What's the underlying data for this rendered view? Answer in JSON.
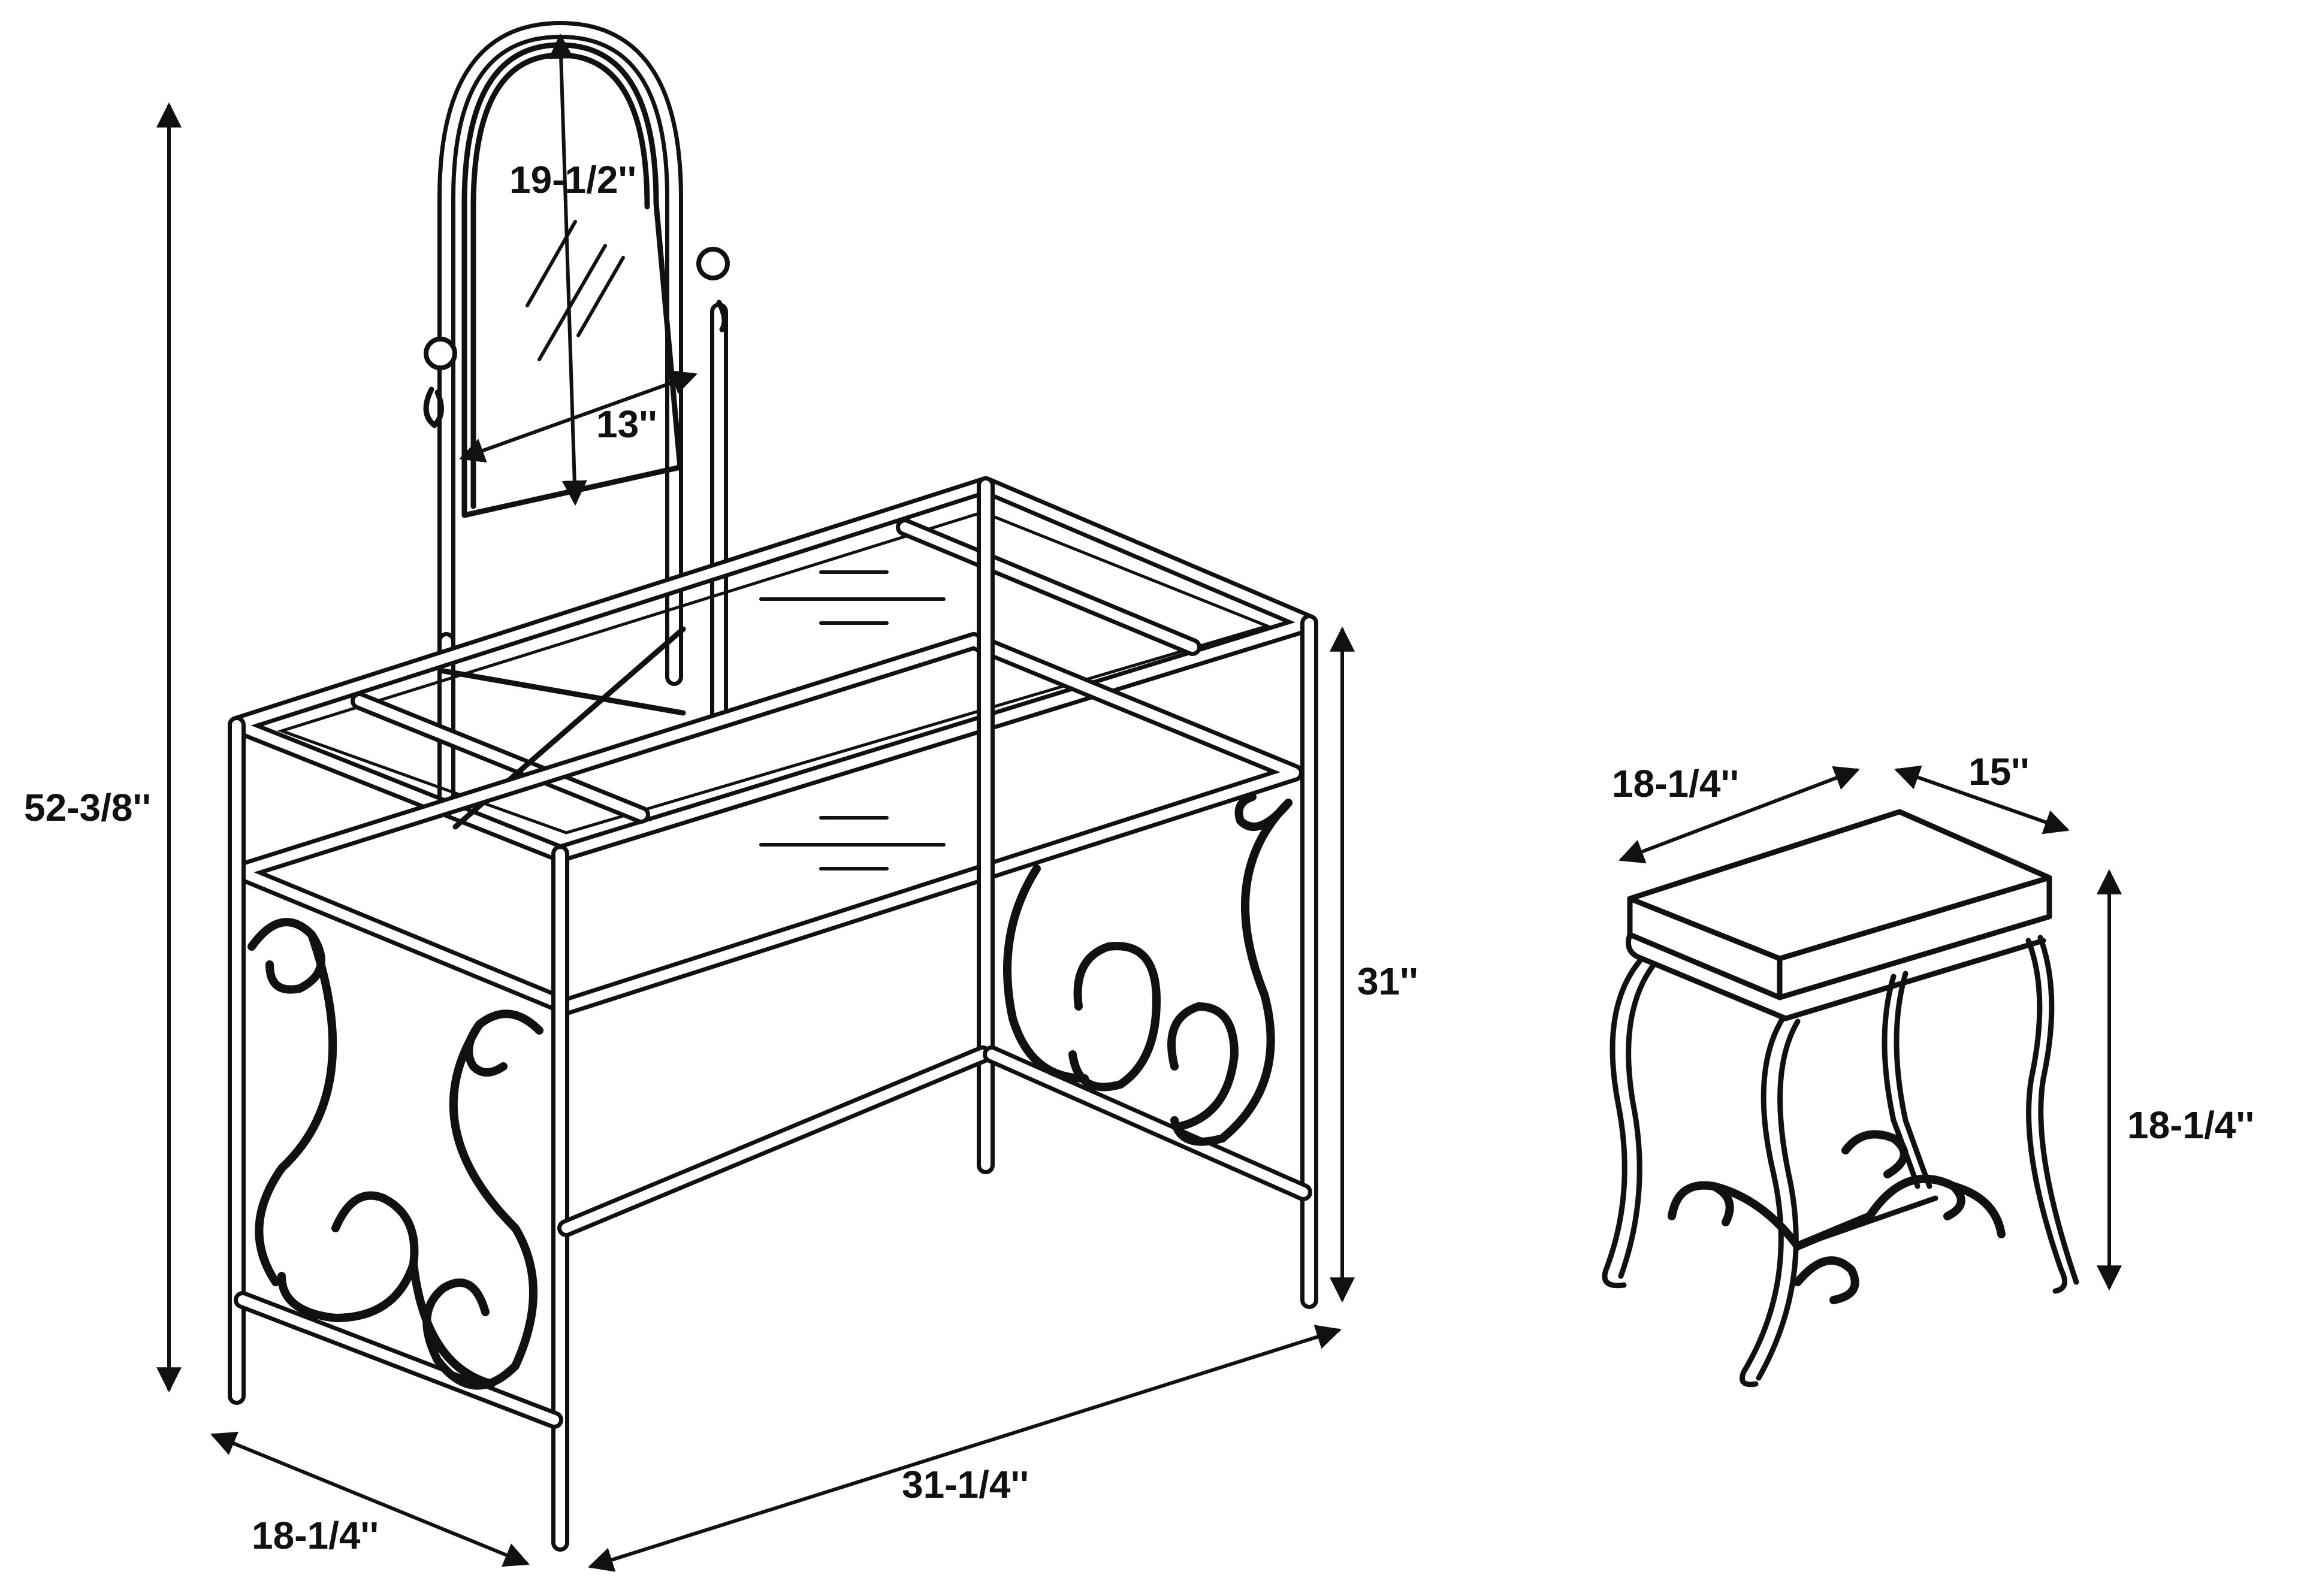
{
  "colors": {
    "line": "#111111",
    "background": "#ffffff"
  },
  "dimensions": {
    "overall_height": "52-3/8''",
    "mirror_height": "19-1/2''",
    "mirror_width": "13''",
    "vanity_depth": "18-1/4''",
    "vanity_width": "31-1/4''",
    "vanity_height": "31''",
    "bench_width": "18-1/4''",
    "bench_depth": "15''",
    "bench_height": "18-1/4''"
  }
}
